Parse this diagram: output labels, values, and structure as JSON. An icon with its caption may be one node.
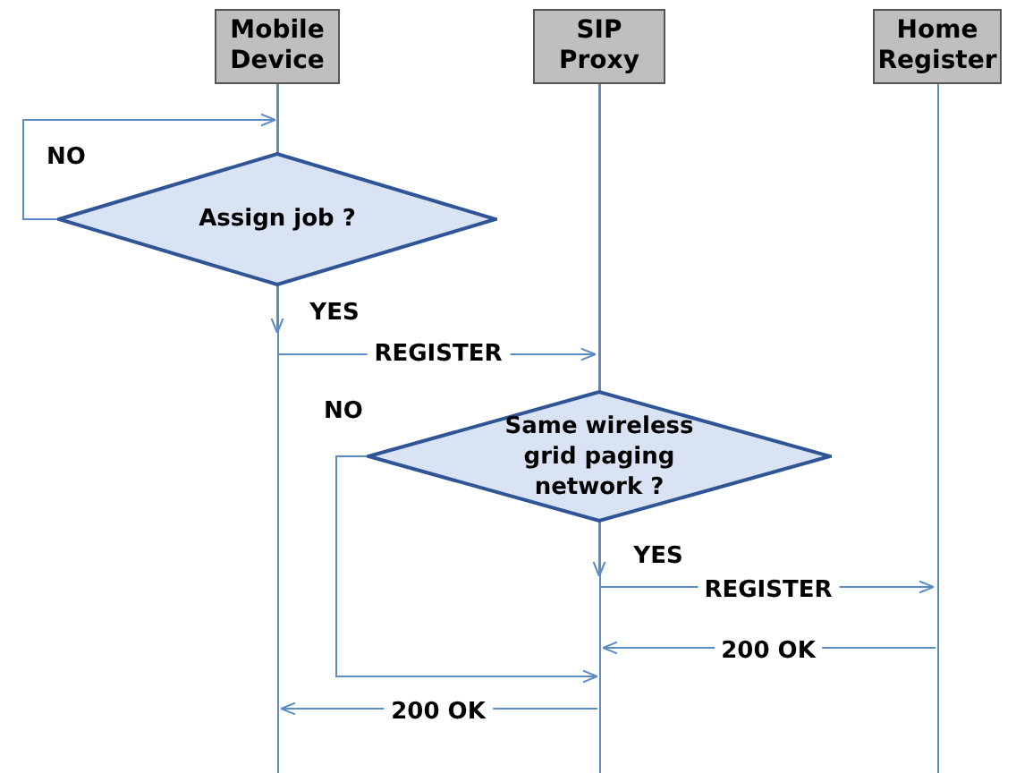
{
  "diagram": {
    "nodes": [
      {
        "text": [
          "Mobile Device"
        ]
      },
      {
        "text": [
          "SIP Proxy"
        ]
      },
      {
        "text": [
          "Home Register"
        ]
      },
      {
        "text": [
          "Assign job ?"
        ]
      },
      {
        "text": [
          "Same wireless grid paging network ?"
        ]
      }
    ],
    "edges": [
      {
        "from": 0,
        "to": 3,
        "arrow": "none"
      },
      {
        "from": 3,
        "to": 0,
        "arrow": "to",
        "label": "NO"
      },
      {
        "from": 3,
        "to": 0,
        "arrow": "to",
        "label": "YES"
      },
      {
        "from": 0,
        "to": 1,
        "arrow": "to",
        "label": "REGISTER"
      },
      {
        "from": 1,
        "to": 4,
        "arrow": "none"
      },
      {
        "from": 4,
        "to": 1,
        "arrow": "to",
        "label": "NO"
      },
      {
        "from": 4,
        "to": 1,
        "arrow": "to",
        "label": "YES"
      },
      {
        "from": 1,
        "to": 2,
        "arrow": "to",
        "label": "REGISTER"
      },
      {
        "from": 2,
        "to": 1,
        "arrow": "to",
        "label": "200  OK"
      },
      {
        "from": 1,
        "to": 0,
        "arrow": "to",
        "label": "200  OK"
      }
    ]
  }
}
